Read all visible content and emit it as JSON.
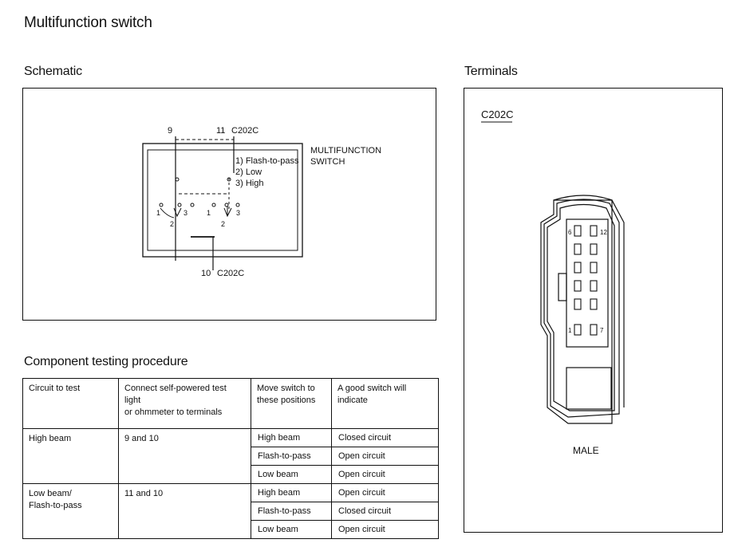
{
  "title": "Multifunction switch",
  "schematic": {
    "title": "Schematic",
    "pin_top_left": "9",
    "pin_top_right": "11",
    "pin_bottom": "10",
    "connector_top": "C202C",
    "connector_bottom": "C202C",
    "component_label_1": "MULTIFUNCTION",
    "component_label_2": "SWITCH",
    "positions": [
      "1) Flash-to-pass",
      "2) Low",
      "3) High"
    ],
    "contact_labels": {
      "a1": "1",
      "a2": "2",
      "a3": "3",
      "b1": "1",
      "b2": "2",
      "b3": "3"
    }
  },
  "terminals": {
    "title": "Terminals",
    "connector": "C202C",
    "pin_first": "6",
    "pin_top_right": "12",
    "pin_bottom_left": "1",
    "pin_bottom_right": "7",
    "gender": "MALE"
  },
  "testing": {
    "title": "Component testing procedure",
    "headers": [
      "Circuit to test",
      "Connect self-powered test light\nor ohmmeter to terminals",
      "Move switch to\nthese positions",
      "A good switch will indicate"
    ],
    "groups": [
      {
        "circuit": "High beam",
        "terminals": "9 and 10",
        "rows": [
          {
            "position": "High beam",
            "result": "Closed circuit"
          },
          {
            "position": "Flash-to-pass",
            "result": "Open circuit"
          },
          {
            "position": "Low beam",
            "result": "Open circuit"
          }
        ]
      },
      {
        "circuit": "Low beam/\nFlash-to-pass",
        "terminals": "11 and 10",
        "rows": [
          {
            "position": "High beam",
            "result": "Open circuit"
          },
          {
            "position": "Flash-to-pass",
            "result": "Closed circuit"
          },
          {
            "position": "Low beam",
            "result": "Open circuit"
          }
        ]
      }
    ]
  }
}
